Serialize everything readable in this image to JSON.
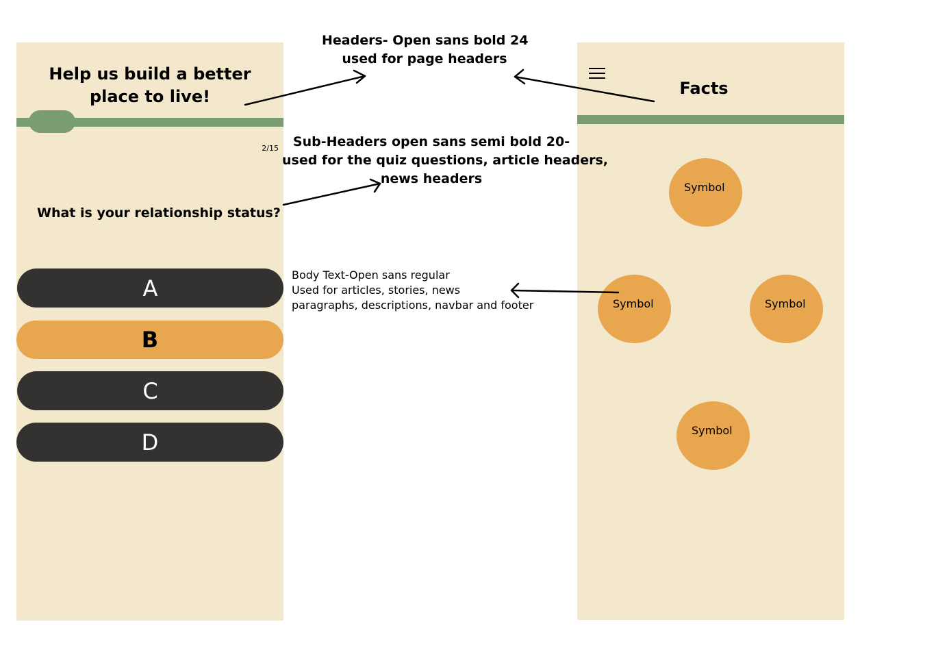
{
  "quiz_screen": {
    "header_line1": "Help us build a better",
    "header_line2": "place to live!",
    "progress": "2/15",
    "progress_fraction": 0.133,
    "question": "What is your relationship status?",
    "answers": [
      {
        "label": "A",
        "selected": false
      },
      {
        "label": "B",
        "selected": true
      },
      {
        "label": "C",
        "selected": false
      },
      {
        "label": "D",
        "selected": false
      }
    ]
  },
  "facts_screen": {
    "menu_icon": "hamburger-menu-icon",
    "title": "Facts",
    "symbols": [
      "Symbol",
      "Symbol",
      "Symbol",
      "Symbol"
    ]
  },
  "annotations": {
    "headers_line1": "Headers- Open sans bold 24",
    "headers_line2": "used for page headers",
    "subheaders_line1": "Sub-Headers open sans semi bold 20-",
    "subheaders_line2": "used for the quiz questions, article headers,",
    "subheaders_line3": "news headers",
    "body_line1": "Body Text-Open sans regular",
    "body_line2": "Used for articles, stories, news",
    "body_line3": "paragraphs, descriptions, navbar and footer"
  },
  "colors": {
    "panel_background": "#f3e8cb",
    "accent_green": "#799c73",
    "accent_orange": "#e8a64f",
    "button_dark": "#343230"
  }
}
